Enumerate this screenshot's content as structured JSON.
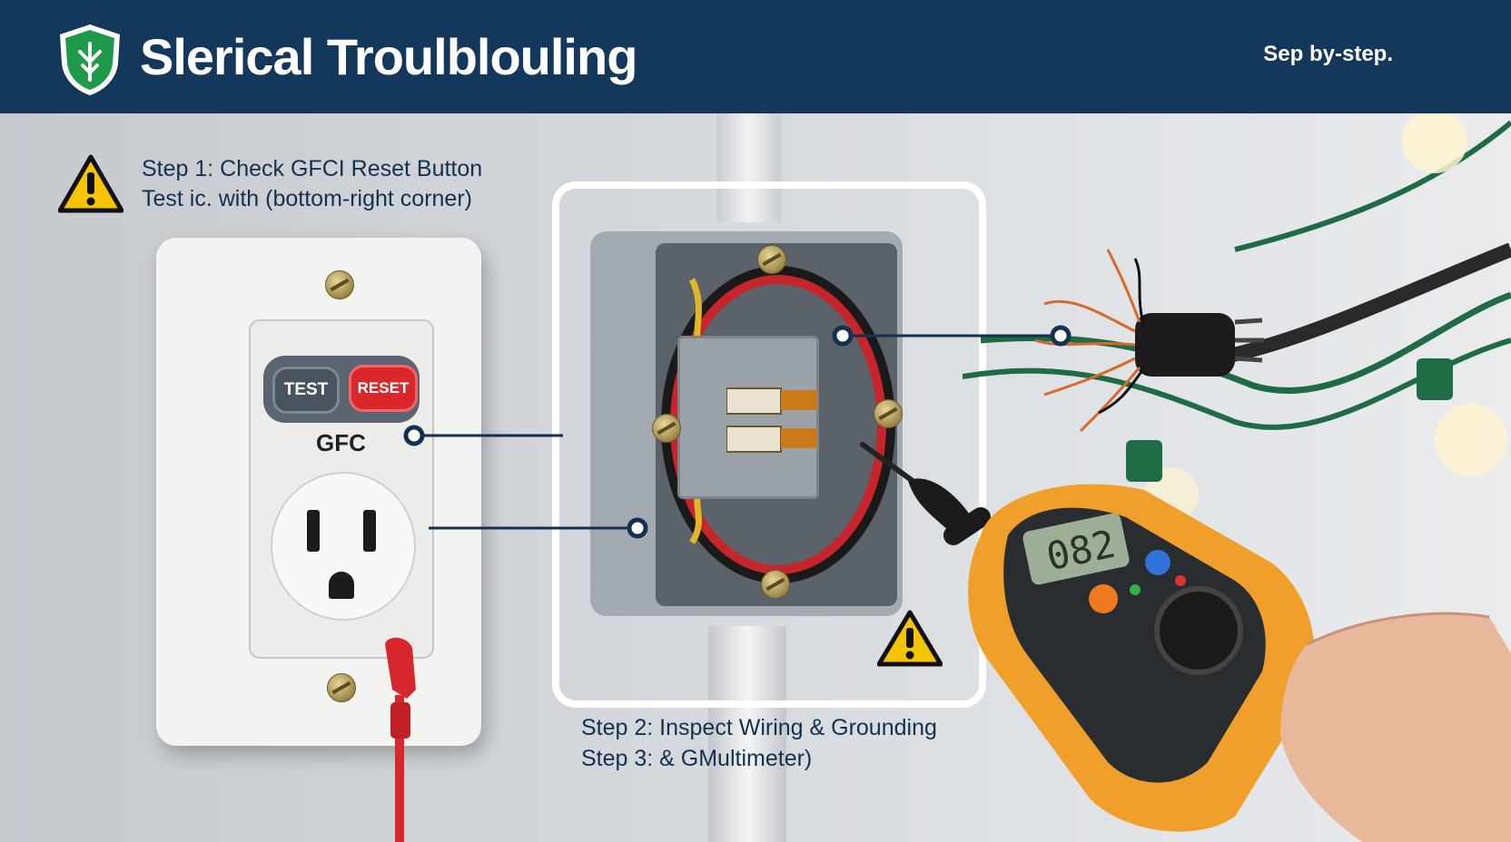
{
  "header": {
    "title": "Slerical Troulblouling",
    "tagline": "Sep by-step."
  },
  "steps": {
    "step1_line1": "Step  1: Check GFCI Reset Button",
    "step1_line2": "Test ic. with (bottom-right corner)",
    "step2": "Step  2: Inspect Wiring & Grounding",
    "step3": "Step 3: & GMultimeter)"
  },
  "outlet": {
    "test_label": "TEST",
    "reset_label": "RESET",
    "brand_label": "GFC"
  },
  "meter": {
    "display": "082"
  },
  "icons": [
    "shield-leaf-icon",
    "warning-icon",
    "warning-icon"
  ],
  "colors": {
    "header_bg": "#14375c",
    "shield_green": "#1f9a4a",
    "warning_yellow": "#f4c400",
    "reset_red": "#d9272b",
    "text_dark": "#14314f",
    "meter_orange": "#f0a02a"
  }
}
